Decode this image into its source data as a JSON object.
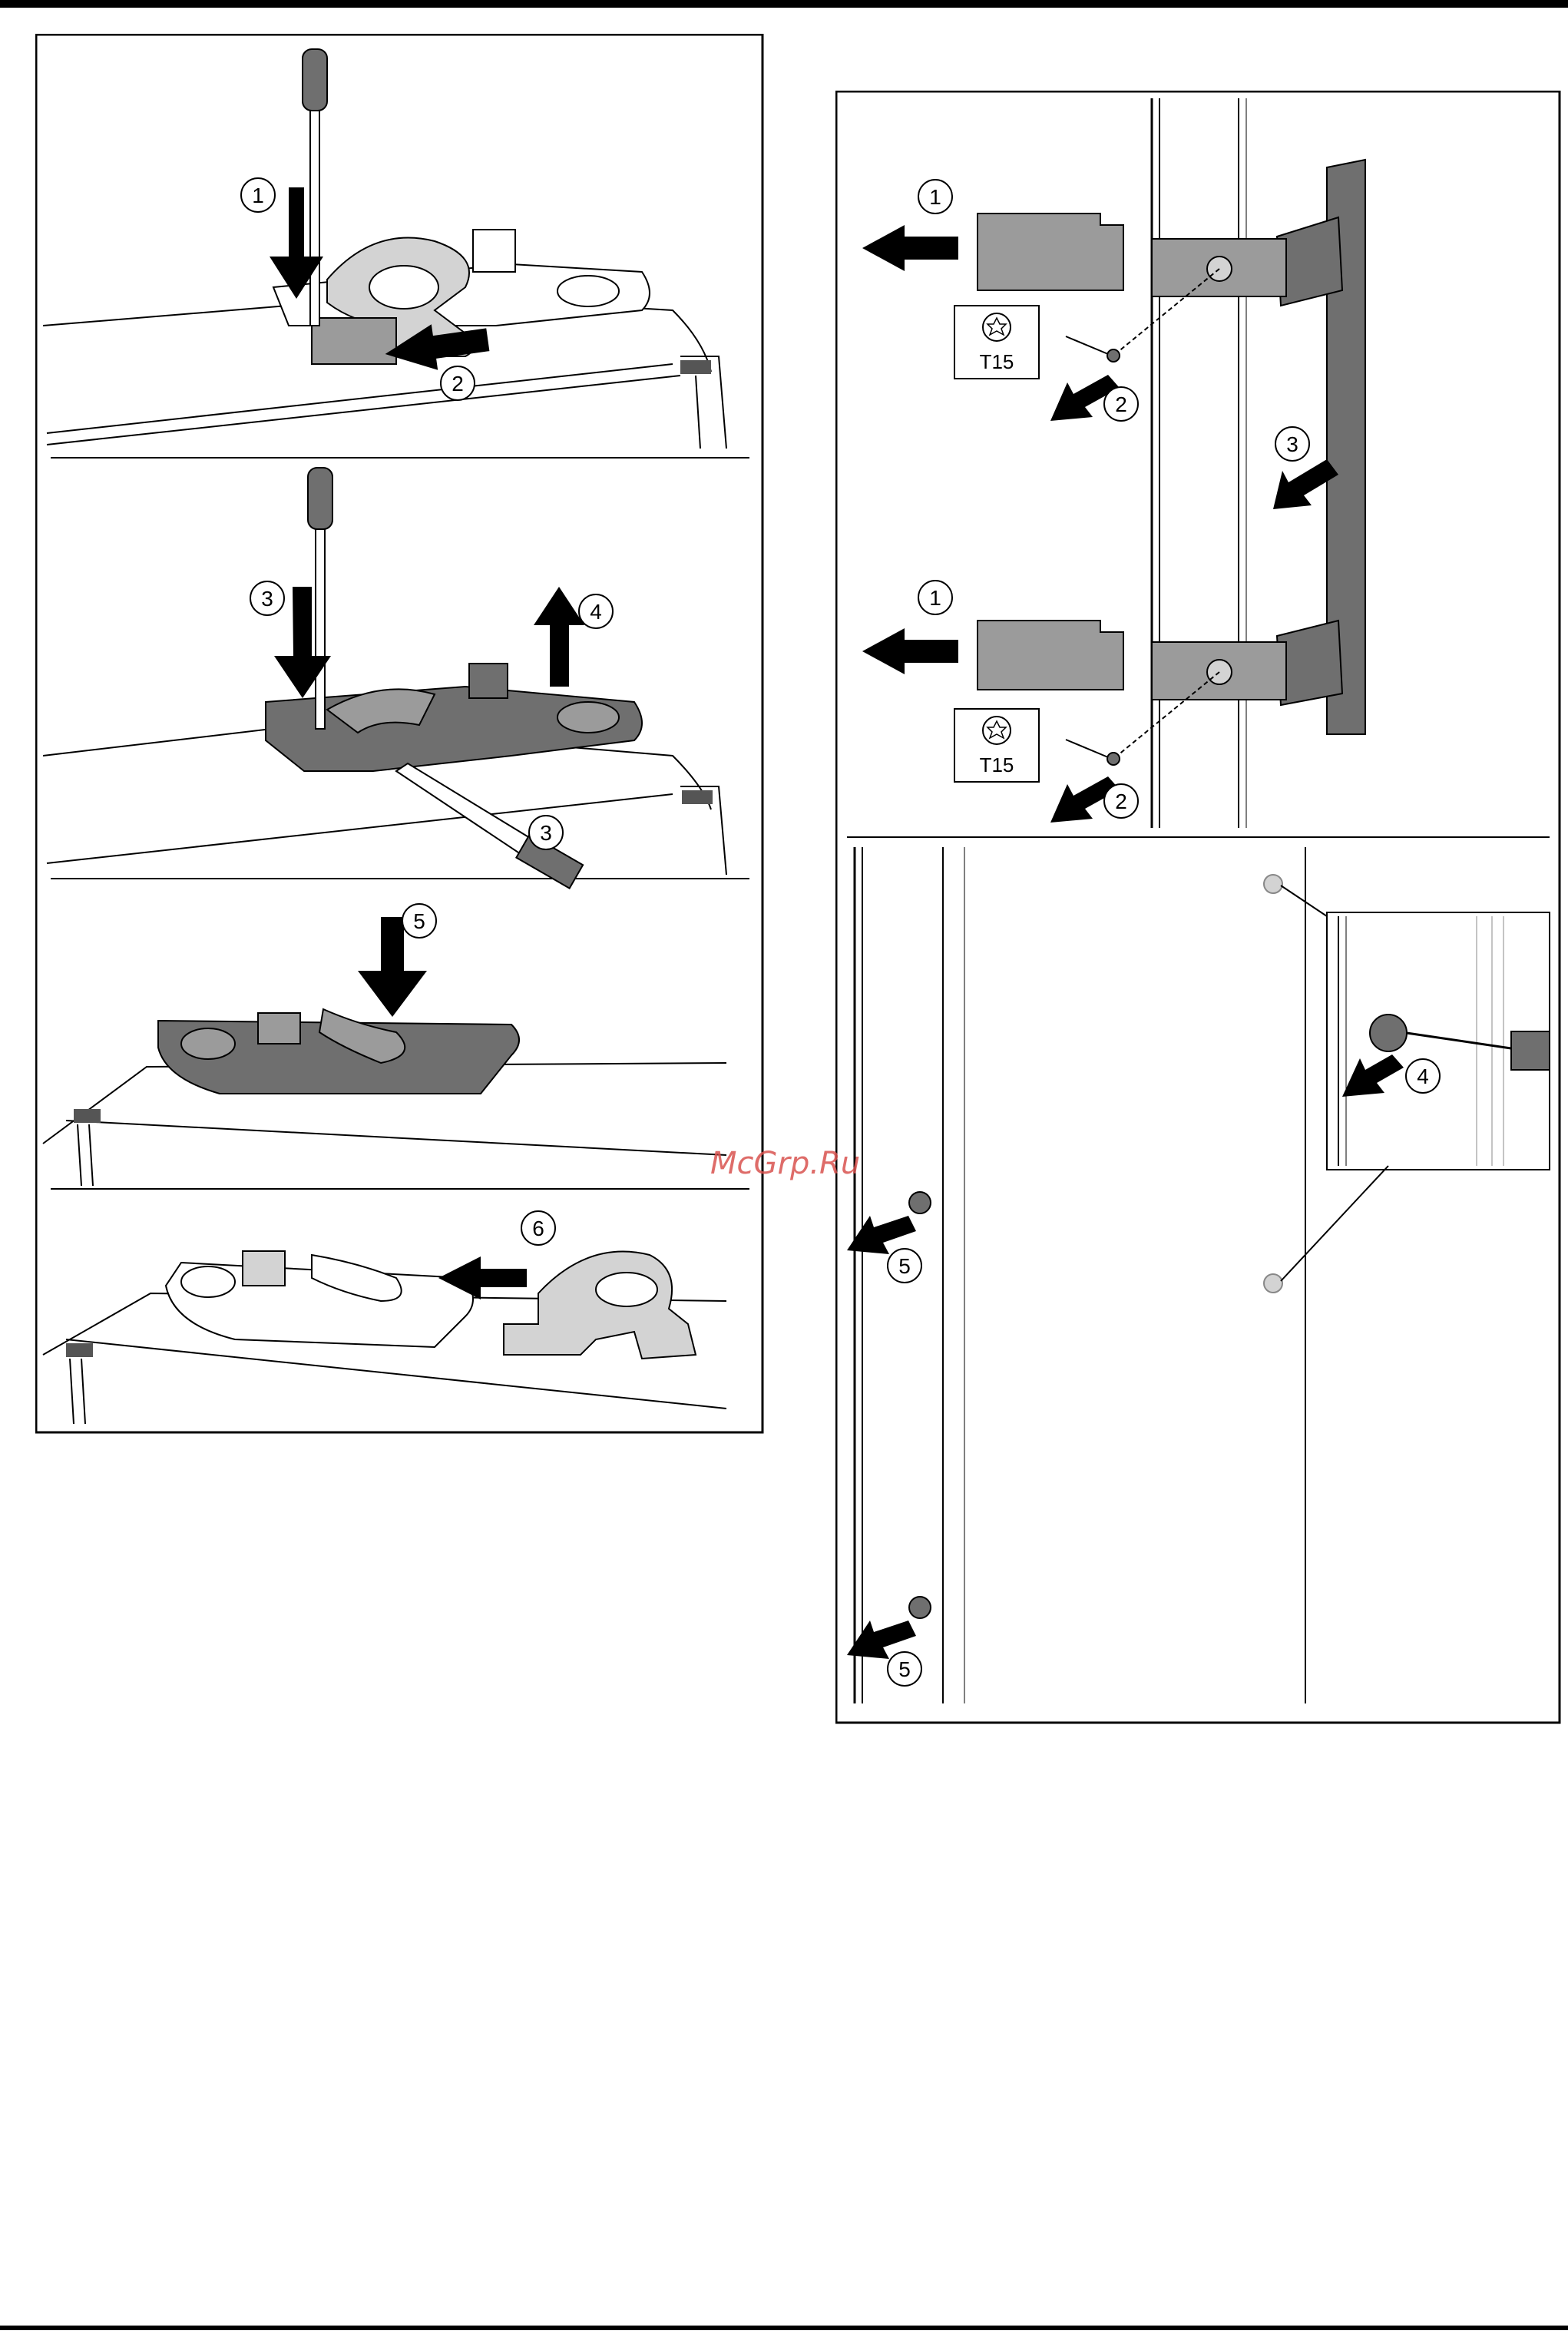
{
  "watermark": "McGrp.Ru",
  "left_figure": {
    "panels": [
      {
        "steps": [
          "1",
          "2"
        ]
      },
      {
        "steps": [
          "3",
          "4",
          "3"
        ]
      },
      {
        "steps": [
          "5"
        ]
      },
      {
        "steps": [
          "6"
        ]
      }
    ]
  },
  "right_figure": {
    "top_panel": {
      "steps": [
        "1",
        "2",
        "3",
        "1",
        "2"
      ],
      "tool_label": "T15",
      "tool_icon": "torx-icon"
    },
    "bottom_panel": {
      "steps": [
        "4",
        "5",
        "5"
      ]
    }
  },
  "colors": {
    "part_gray": "#9b9b9b",
    "dark_gray": "#6f6f6f",
    "light_gray": "#d3d3d3",
    "line": "#000000",
    "watermark": "#d9534f"
  }
}
